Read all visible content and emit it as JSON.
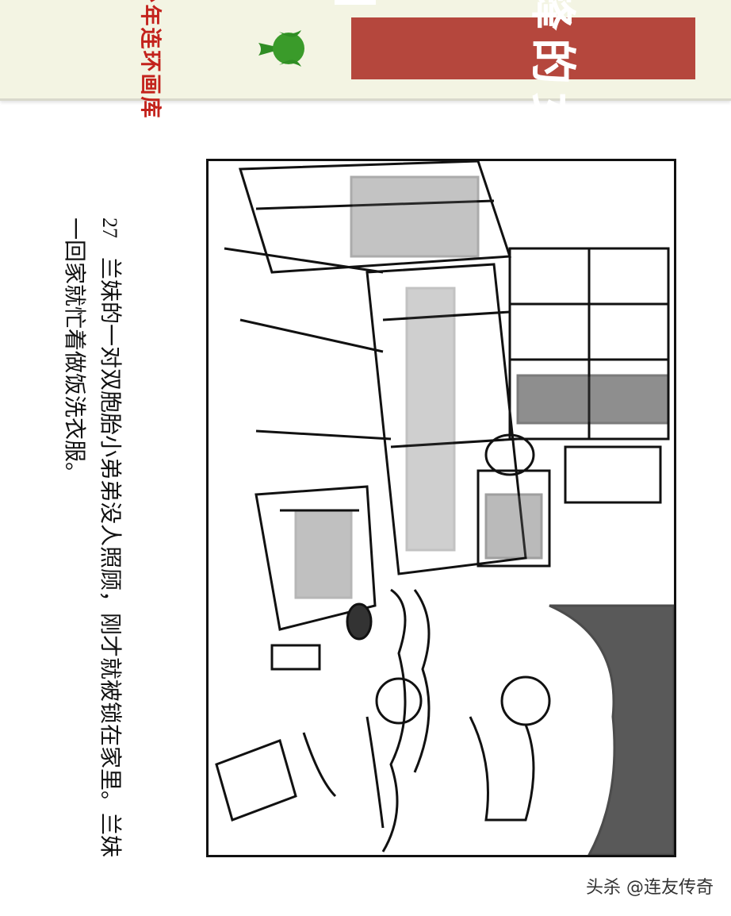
{
  "header": {
    "title": "阴中锋的女孩子",
    "series": "少年连环画库"
  },
  "caption": {
    "number": "27",
    "line1": "兰妹的一对双胞胎小弟弟没人照顾，刚才就被锁在家里。兰妹",
    "line2": "一回家就忙着做饭洗衣服。"
  },
  "watermark": "头杀 @连友传奇",
  "colors": {
    "header_bg": "#f3f4e3",
    "title_bg": "#b5473d",
    "series_text": "#c3221c",
    "logo_green": "#3a9b2a"
  }
}
